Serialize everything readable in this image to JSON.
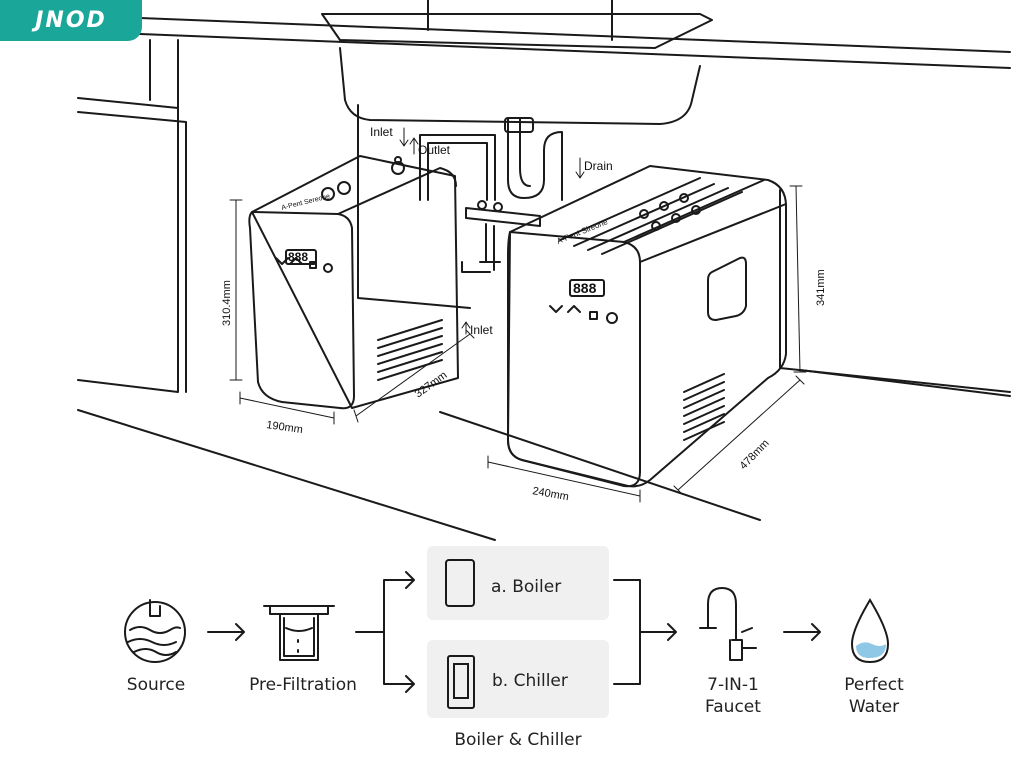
{
  "brand": {
    "logo_text": "JNOD",
    "color": "#1aa79a"
  },
  "installation": {
    "pipe_labels": {
      "inlet_top": "Inlet",
      "outlet": "Outlet",
      "drain": "Drain",
      "inlet_bottom": "Inlet"
    },
    "unit_small": {
      "brand_text": "A-Pent Sereone",
      "display": "888",
      "height": "310.4mm",
      "width": "190mm",
      "depth": "327mm"
    },
    "unit_large": {
      "brand_text": "A-Pent Sireone",
      "display": "888",
      "height": "341mm",
      "width": "240mm",
      "depth": "478mm"
    }
  },
  "flow": {
    "source": "Source",
    "pre_filtration": "Pre-Filtration",
    "boiler": "a. Boiler",
    "chiller": "b. Chiller",
    "group_label": "Boiler & Chiller",
    "faucet_line1": "7-IN-1",
    "faucet_line2": "Faucet",
    "water_line1": "Perfect",
    "water_line2": "Water",
    "accent_color": "#8fc7e6"
  }
}
